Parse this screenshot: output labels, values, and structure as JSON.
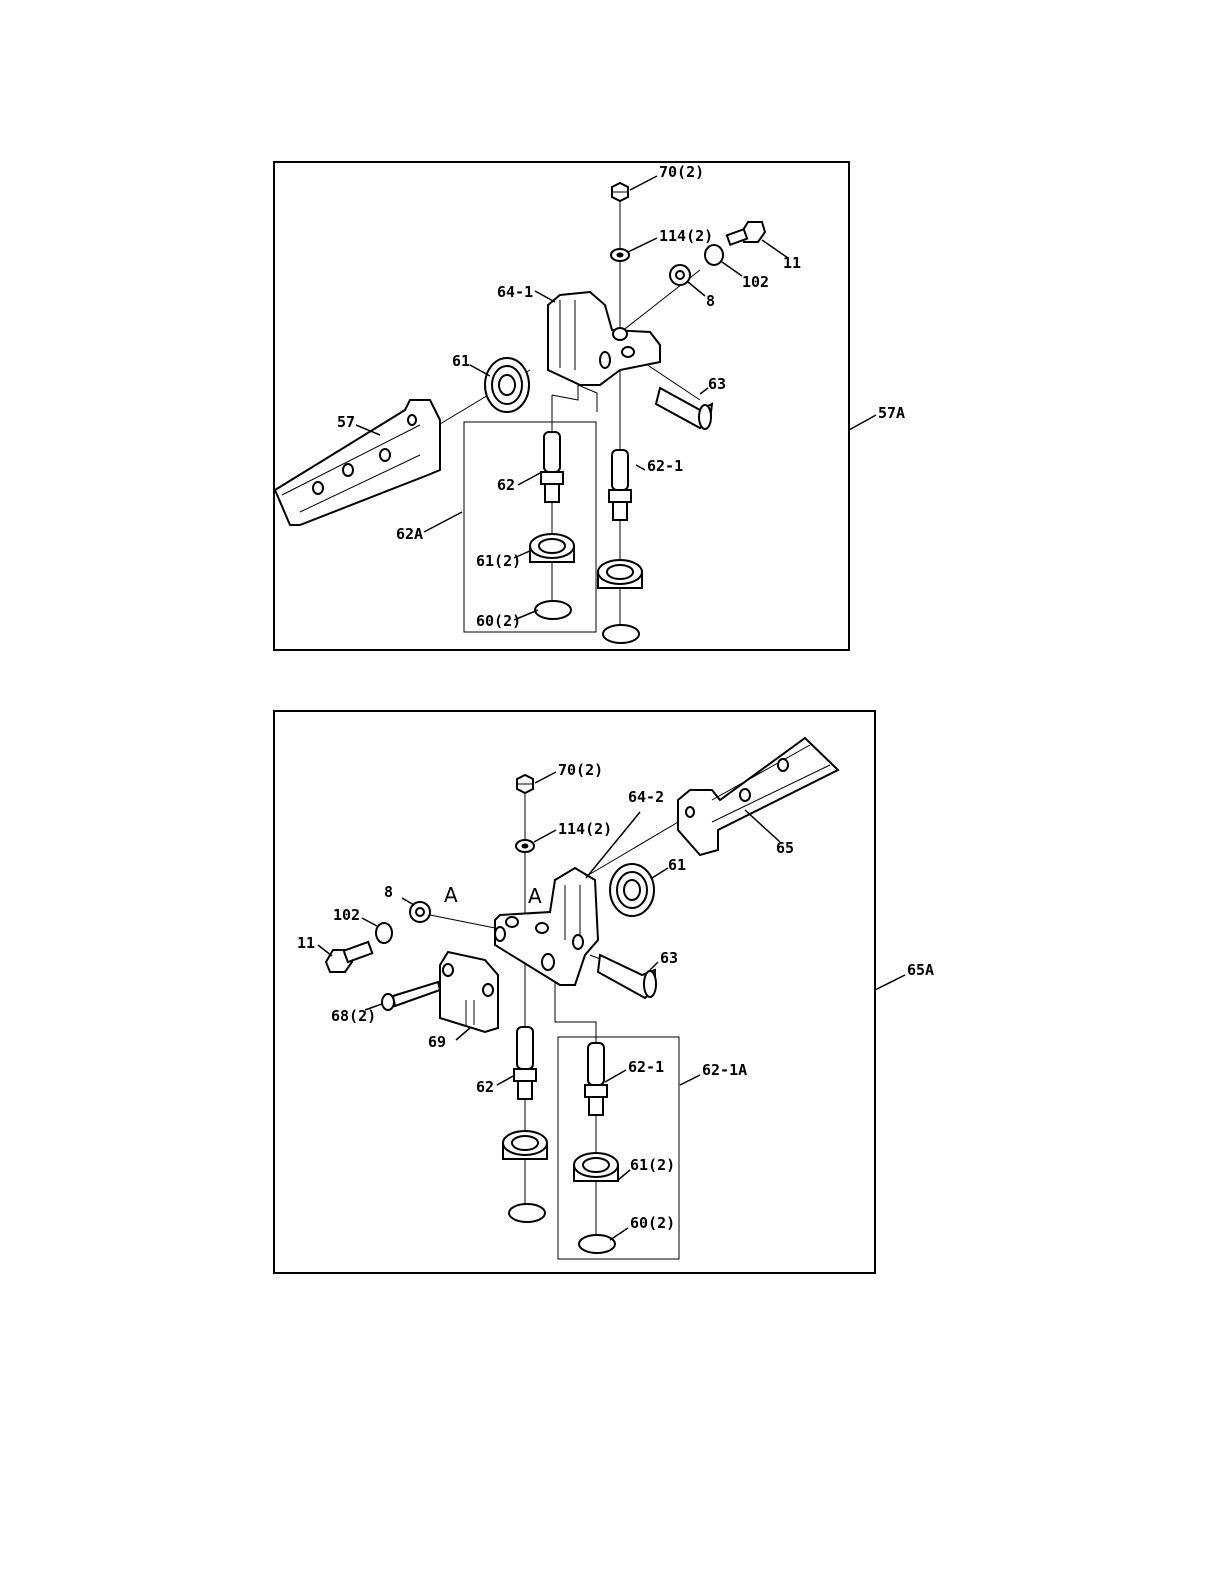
{
  "diagram1": {
    "assembly": "57A",
    "subassembly": "62A",
    "labels": {
      "nut": "70(2)",
      "washer_small": "114(2)",
      "bolt": "11",
      "lockwasher": "102",
      "washer": "8",
      "bracket": "64-1",
      "bearing": "61",
      "pin": "63",
      "arm": "57",
      "shaft": "62",
      "shaft_alt": "62-1",
      "bearing_pair": "61(2)",
      "ring_pair": "60(2)"
    }
  },
  "diagram2": {
    "assembly": "65A",
    "subassembly": "62-1A",
    "labels": {
      "nut": "70(2)",
      "washer_small": "114(2)",
      "bracket": "64-2",
      "arm": "65",
      "bearing": "61",
      "washer": "8",
      "ref_a": "A",
      "ref_a2": "A",
      "lockwasher": "102",
      "bolt": "11",
      "pin": "63",
      "screw": "68(2)",
      "plate": "69",
      "shaft": "62",
      "shaft_alt": "62-1",
      "bearing_pair": "61(2)",
      "ring_pair": "60(2)"
    }
  }
}
